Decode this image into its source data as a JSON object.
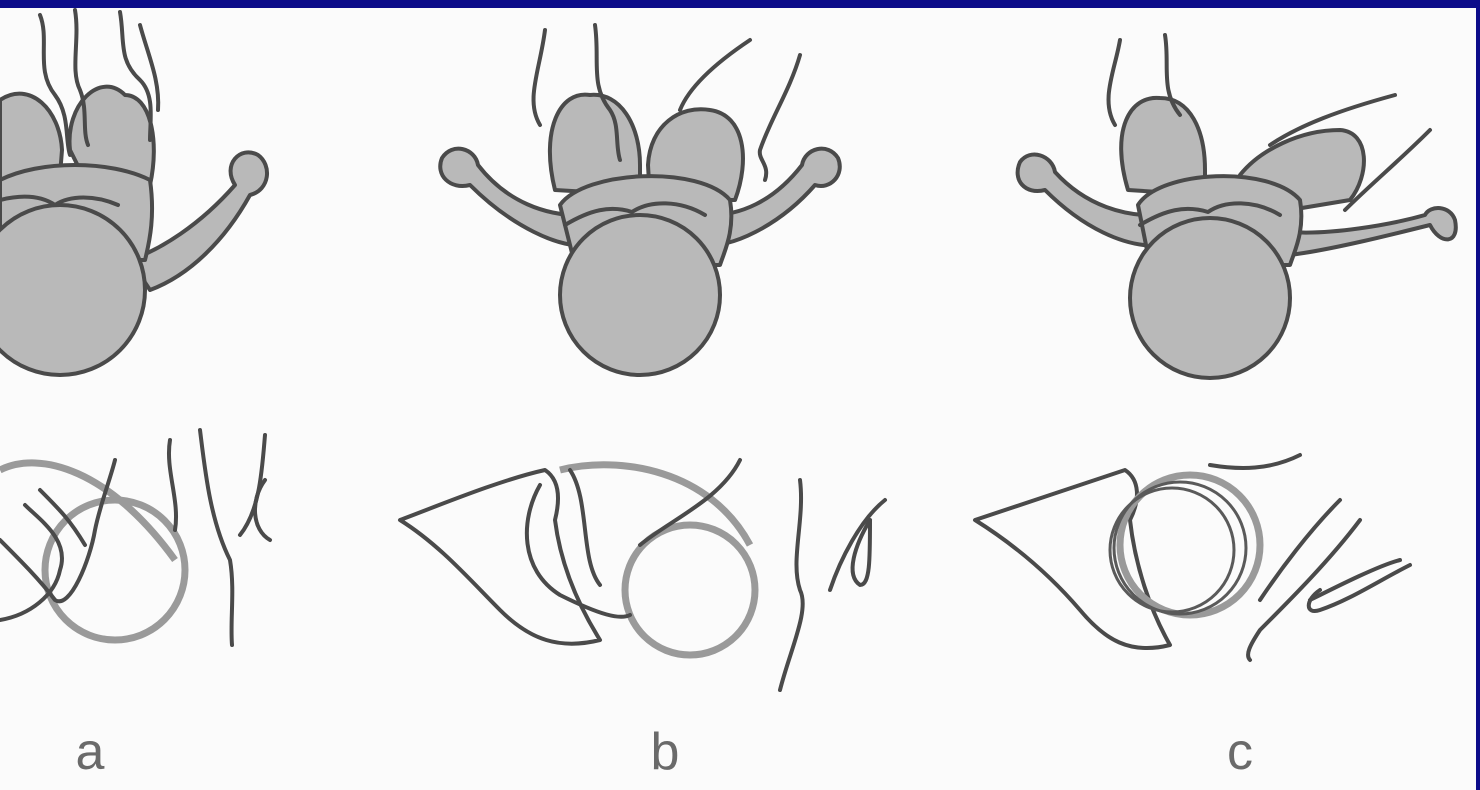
{
  "colors": {
    "frame": "#0c0c8a",
    "background": "#fbfbfb",
    "body_fill": "#b9b9b9",
    "outline": "#4a4a4a",
    "ring": "#9a9a9a"
  },
  "panels": [
    {
      "label": "a"
    },
    {
      "label": "b"
    },
    {
      "label": "c"
    }
  ]
}
